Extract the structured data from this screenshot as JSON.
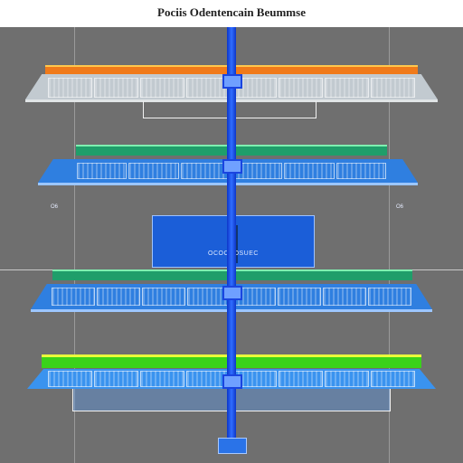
{
  "title": "Pociis Odentencain Beummse",
  "center_panel": {
    "label": "OCOCCOSUEC"
  },
  "colors": {
    "background": "#6f6f6f",
    "pole": "#1f55e8",
    "tier1_band": "#f07a1a",
    "tier1_deck": "#bfc6cc",
    "tier2_band": "#1f9e6a",
    "tier2_deck": "#2f7fe0",
    "tier3_band": "#1f9e6a",
    "tier3_deck": "#2f7fe0",
    "tier4_band": "#3ad21a",
    "tier4_deck": "#3a93ef"
  },
  "marks": {
    "left": "O6",
    "right": "O6"
  }
}
